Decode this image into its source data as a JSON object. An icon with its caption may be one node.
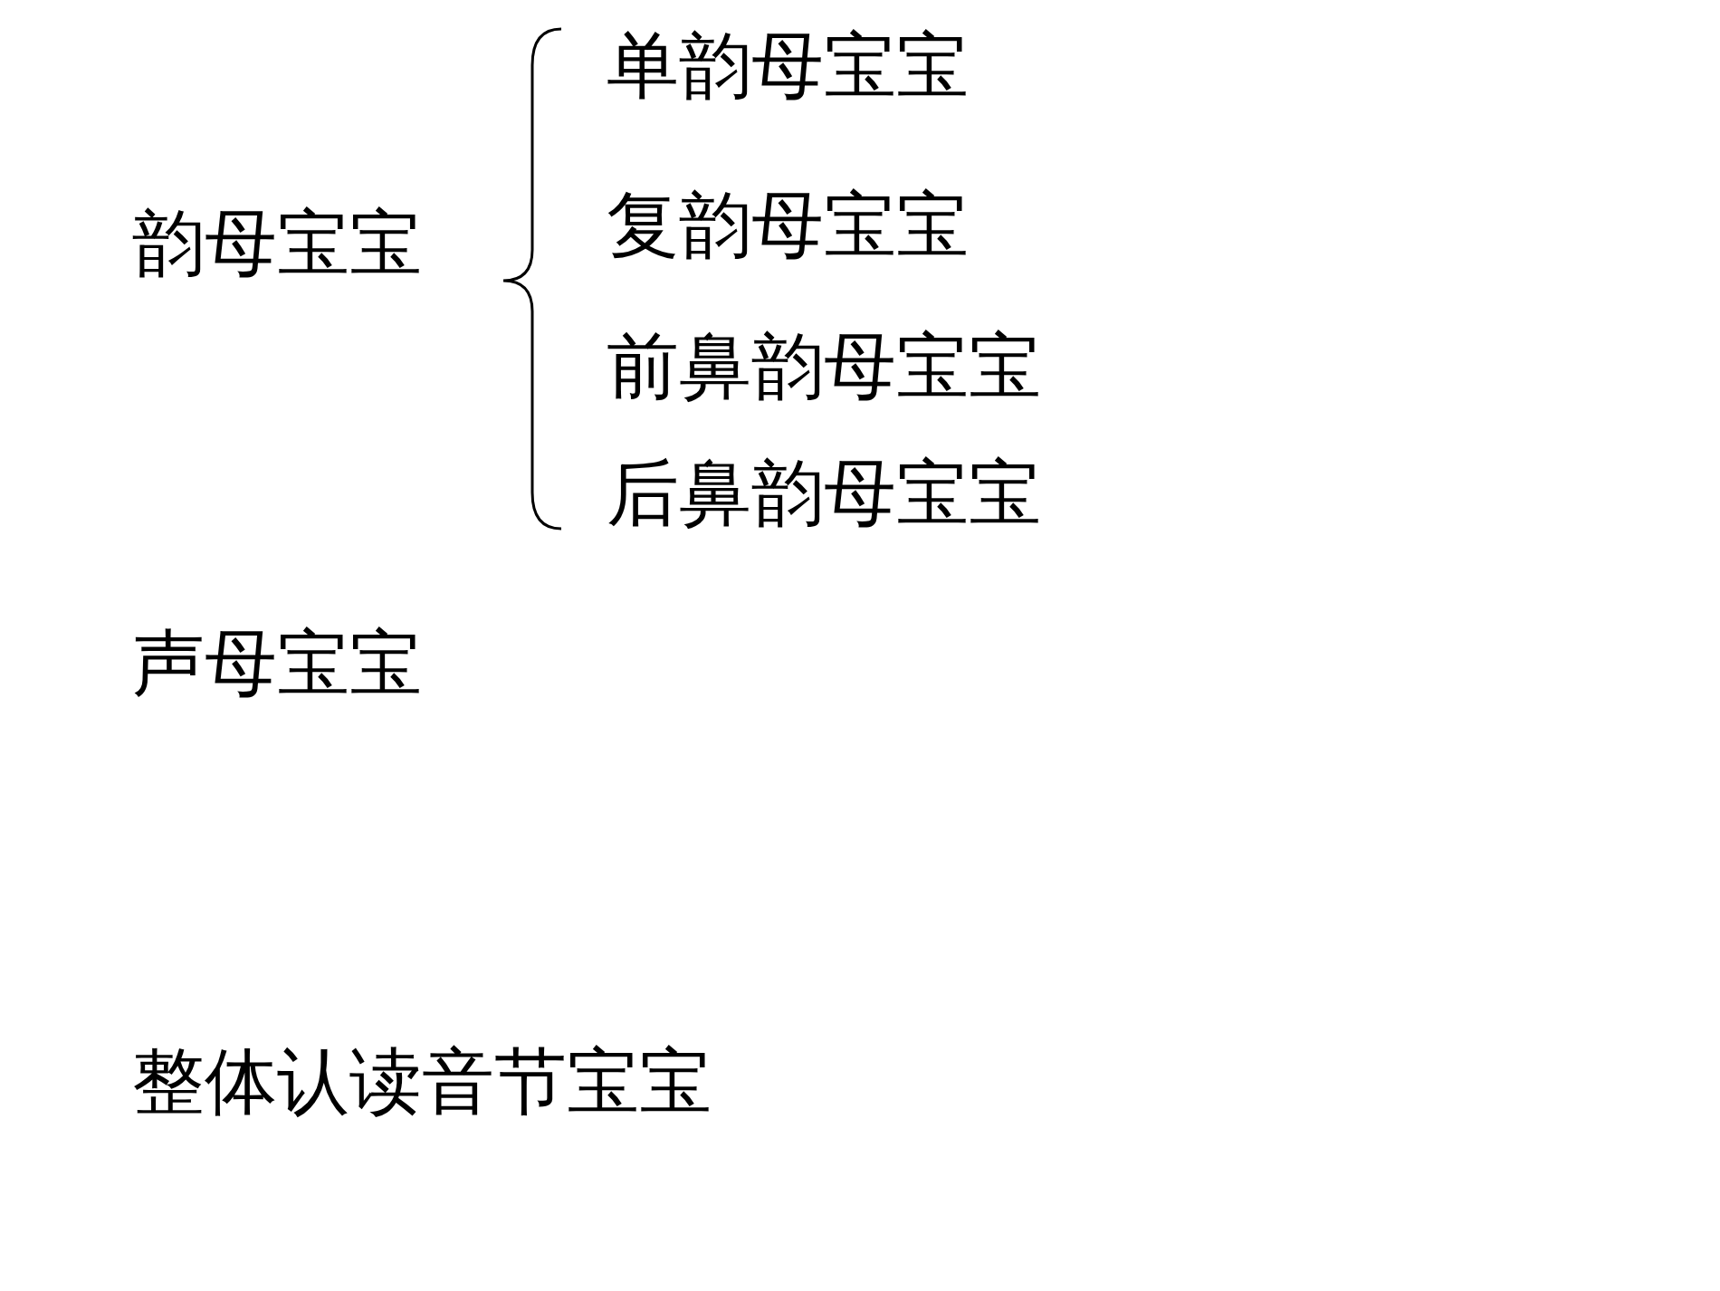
{
  "diagram": {
    "labels": [
      "韵母宝宝",
      "单韵母宝宝",
      "复韵母宝宝",
      "前鼻韵母宝宝",
      "后鼻韵母宝宝",
      "声母宝宝",
      "整体认读音节宝宝"
    ]
  }
}
